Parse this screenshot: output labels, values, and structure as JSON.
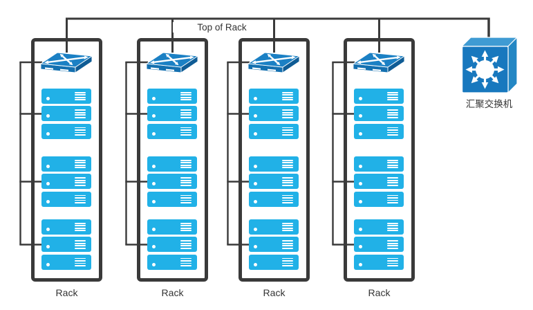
{
  "diagram": {
    "top_label": "Top of Rack",
    "racks": [
      {
        "label": "Rack",
        "switch_icon": "tor-switch-icon",
        "servers_per_group": [
          3,
          3,
          3
        ]
      },
      {
        "label": "Rack",
        "switch_icon": "tor-switch-icon",
        "servers_per_group": [
          3,
          3,
          3
        ]
      },
      {
        "label": "Rack",
        "switch_icon": "tor-switch-icon",
        "servers_per_group": [
          3,
          3,
          3
        ]
      },
      {
        "label": "Rack",
        "switch_icon": "tor-switch-icon",
        "servers_per_group": [
          3,
          3,
          3
        ]
      }
    ],
    "aggregation_switch": {
      "label": "汇聚交换机",
      "icon": "aggregation-switch-icon"
    },
    "colors": {
      "background": "#ffffff",
      "line": "#3a3a3a",
      "rack_border": "#3a3a3a",
      "text": "#333333",
      "server_fill": "#21b1e7",
      "tor_switch_top": "#1b80c4",
      "tor_switch_front": "#1470b0",
      "tor_switch_side": "#0f5c95",
      "aggregation_front": "#1878be",
      "aggregation_top": "#3f9bd3",
      "aggregation_side": "#2487c4"
    }
  }
}
